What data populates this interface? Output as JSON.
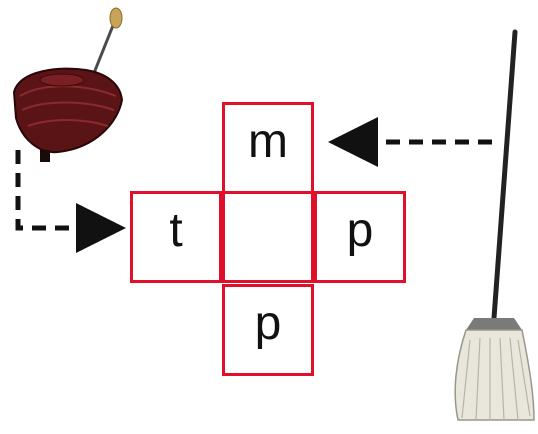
{
  "puzzle": {
    "cells": {
      "top": "m",
      "left": "t",
      "center": "",
      "right": "p",
      "bottom": "p"
    }
  },
  "pictures": [
    {
      "name": "spinning-top",
      "role": "clue for the horizontal word"
    },
    {
      "name": "mop",
      "role": "clue for the vertical word"
    }
  ],
  "colors": {
    "grid": "#e0102a",
    "arrow": "#111111",
    "top_body": "#5a1416",
    "mop_head": "#e9e6dc"
  }
}
